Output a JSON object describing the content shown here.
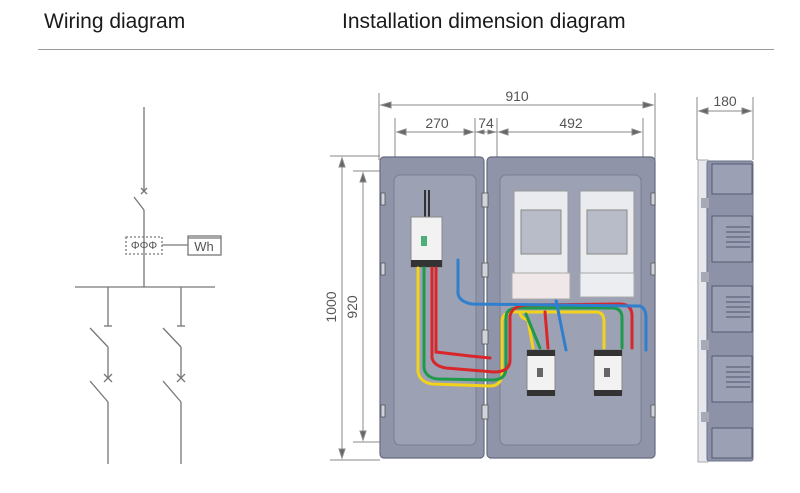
{
  "headers": {
    "wiring": "Wiring diagram",
    "installation": "Installation dimension diagram"
  },
  "wiring_diagram": {
    "meter_label": "Wh",
    "ct_symbols": "ΦΦΦ"
  },
  "dimensions": {
    "total_width": "910",
    "left_section": "270",
    "middle_gap": "74",
    "right_section": "492",
    "depth": "180",
    "total_height": "1000",
    "inner_height": "920"
  },
  "colors": {
    "line": "#777777",
    "cabinet": "#8e93a6",
    "cabinet_dark": "#6f7489",
    "wire_yellow": "#f2d21b",
    "wire_green": "#1e9a4a",
    "wire_red": "#d9262a",
    "wire_blue": "#2f7fcf"
  }
}
